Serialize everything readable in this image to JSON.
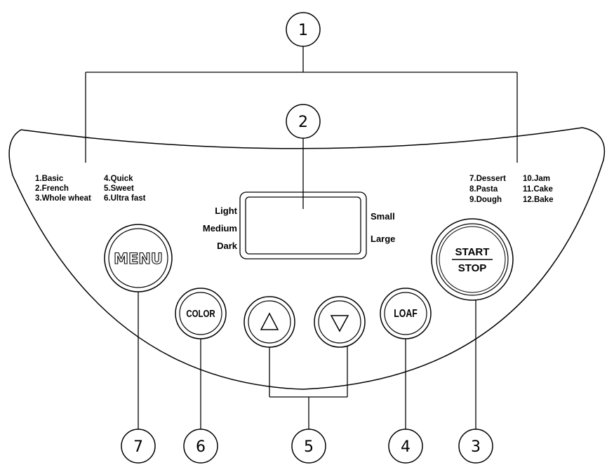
{
  "programs": {
    "left_col1": [
      "1.Basic",
      "2.French",
      "3.Whole wheat"
    ],
    "left_col2": [
      "4.Quick",
      "5.Sweet",
      "6.Ultra fast"
    ],
    "right_col1": [
      "7.Dessert",
      "8.Pasta",
      "9.Dough"
    ],
    "right_col2": [
      "10.Jam",
      "11.Cake",
      "12.Bake"
    ]
  },
  "display": {
    "color_labels": [
      "Light",
      "Medium",
      "Dark"
    ],
    "loaf_labels": [
      "Small",
      "Large"
    ]
  },
  "buttons": {
    "menu": "MENU",
    "color": "COLOR",
    "loaf": "LOAF",
    "start": "START",
    "stop": "STOP"
  },
  "callouts": [
    "1",
    "2",
    "3",
    "4",
    "5",
    "6",
    "7"
  ]
}
